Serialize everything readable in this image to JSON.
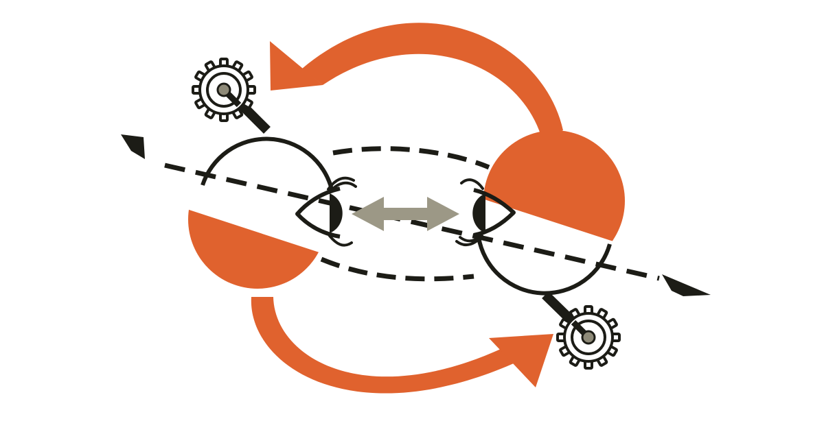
{
  "diagram": {
    "colors": {
      "background": "#ffffff",
      "accent": "#e0622e",
      "ink": "#1c1c16",
      "exchange_arrow": "#9c9886",
      "gear_fill": "#ffffff",
      "pivot": "#8e8a78"
    },
    "elements": [
      {
        "name": "top-cycle-arrow",
        "icon": "curved-arrow-counterclockwise"
      },
      {
        "name": "bottom-cycle-arrow",
        "icon": "curved-arrow-clockwise"
      },
      {
        "name": "left-circle",
        "icon": "half-filled-circle"
      },
      {
        "name": "right-circle",
        "icon": "half-filled-circle"
      },
      {
        "name": "left-eye",
        "icon": "eye-icon"
      },
      {
        "name": "right-eye",
        "icon": "eye-icon"
      },
      {
        "name": "exchange-arrow",
        "icon": "double-headed-arrow"
      },
      {
        "name": "dashed-lens",
        "icon": "dashed-lens-outline"
      },
      {
        "name": "dashed-axis",
        "icon": "dashed-diagonal-axis"
      },
      {
        "name": "top-left-gear",
        "icon": "gear-magnifier-icon"
      },
      {
        "name": "bottom-right-gear",
        "icon": "gear-magnifier-icon"
      }
    ]
  }
}
